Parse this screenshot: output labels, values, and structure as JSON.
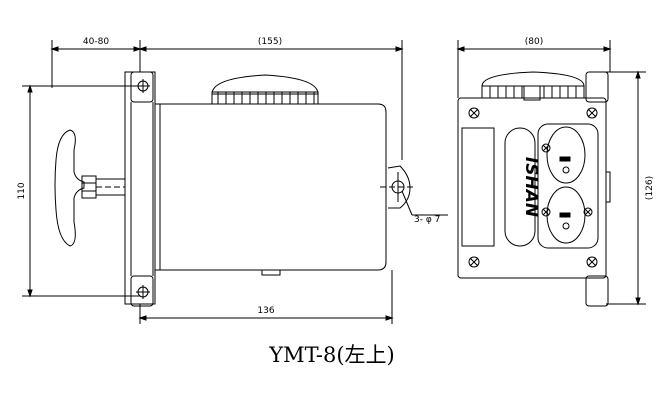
{
  "dimensions": {
    "lever_offset": "40-80",
    "body_length_overall": "(155)",
    "side_width": "(80)",
    "height": "110",
    "side_height": "(126)",
    "hole_spec": "3- φ 7",
    "base_length": "136"
  },
  "brand_logo": "ISHAN",
  "caption": "YMT-8(左上)"
}
